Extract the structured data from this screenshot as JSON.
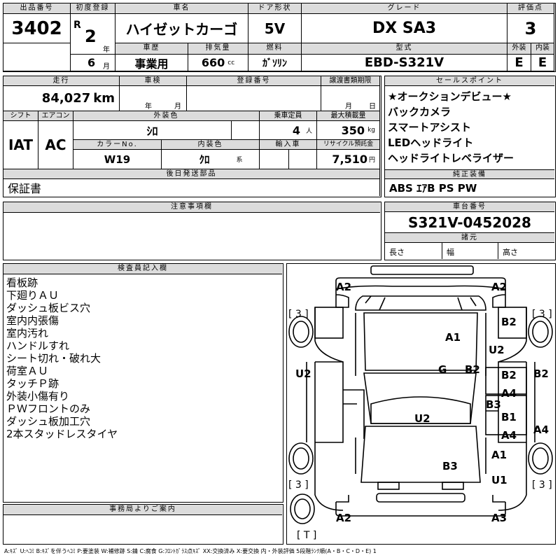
{
  "lot": {
    "label": "出品番号",
    "value": "3402"
  },
  "first_reg": {
    "label": "初度登録",
    "era": "R",
    "year": "2",
    "year_unit": "年",
    "month": "6",
    "month_unit": "月"
  },
  "car_name": {
    "label": "車名",
    "value": "ハイゼットカーゴ"
  },
  "door": {
    "label": "ドア形状",
    "value": "5V"
  },
  "grade": {
    "label": "グレード",
    "value": "DX SA3"
  },
  "score": {
    "label": "評価点",
    "value": "3"
  },
  "history": {
    "label": "車歴",
    "value": "事業用"
  },
  "displacement": {
    "label": "排気量",
    "value": "660",
    "unit": "cc"
  },
  "fuel": {
    "label": "燃料",
    "value": "ｶﾞｿﾘﾝ"
  },
  "model": {
    "label": "型式",
    "value": "EBD-S321V"
  },
  "exterior": {
    "label": "外装",
    "value": "E"
  },
  "interior": {
    "label": "内装",
    "value": "E"
  },
  "mileage": {
    "label": "走行",
    "value": "84,027",
    "unit": "km"
  },
  "inspection": {
    "label": "車検",
    "year_unit": "年",
    "month_unit": "月"
  },
  "reg_no": {
    "label": "登録番号"
  },
  "transfer": {
    "label": "譲渡書類期限",
    "month_unit": "月",
    "day_unit": "日"
  },
  "sales_points": {
    "label": "セールスポイント",
    "items": [
      "★オークションデビュー★",
      "バックカメラ",
      "スマートアシスト",
      "LEDヘッドライト",
      "ヘッドライトレベライザー"
    ]
  },
  "shift": {
    "label": "シフト",
    "value": "IAT"
  },
  "ac": {
    "label": "エアコン",
    "value": "AC"
  },
  "ext_color": {
    "label": "外装色",
    "value": "ｼﾛ"
  },
  "capacity": {
    "label": "乗車定員",
    "value": "4",
    "unit": "人"
  },
  "max_load": {
    "label": "最大積載量",
    "value": "350",
    "unit": "kg"
  },
  "color_no": {
    "label": "カラーNo.",
    "value": "W19"
  },
  "int_color": {
    "label": "内装色",
    "value": "ｸﾛ",
    "unit": "系"
  },
  "import": {
    "label": "輸入車"
  },
  "recycle": {
    "label": "リサイクル預託金",
    "value": "7,510",
    "unit": "円"
  },
  "later_parts": {
    "label": "後日発送部品",
    "value": "保証書"
  },
  "equipment": {
    "label": "純正装備",
    "value": "ABS ｴｱB PS PW"
  },
  "cautions": {
    "label": "注意事項欄"
  },
  "chassis": {
    "label": "車台番号",
    "value": "S321V-0452028"
  },
  "specs": {
    "label": "諸元",
    "length": "長さ",
    "width": "幅",
    "height": "高さ"
  },
  "inspector": {
    "label": "検査員記入欄",
    "notes": [
      "看板跡",
      "下廻りＡＵ",
      "ダッシュ板ビス穴",
      "室内内張傷",
      "室内汚れ",
      "ハンドルすれ",
      "シート切れ・破れ大",
      "荷室ＡＵ",
      "タッチＰ跡",
      "外装小傷有り",
      "ＰＷフロントのみ",
      "ダッシュ板加工穴",
      "2本スタッドレスタイヤ"
    ]
  },
  "office": {
    "label": "事務局よりご案内"
  },
  "diagram": {
    "tire_brackets": {
      "fl": "[ 3 ]",
      "fr": "[ 3 ]",
      "rl": "[ 3 ]",
      "rr": "[ 3 ]",
      "spare": "[ T ]"
    },
    "marks": {
      "front_left": "A2",
      "front_right": "A2",
      "a1_roof": "A1",
      "b2_fr_fender": "B2",
      "u2_fr_fender": "U2",
      "g_glass": "G",
      "b2_pillar": "B2",
      "u2_left": "U2",
      "b2_door_r": "B2",
      "b2_side": "B2",
      "a4_door": "A4",
      "b3_door": "B3",
      "b1_door": "B1",
      "a4_rear": "A4",
      "a4_side": "A4",
      "u2_roof": "U2",
      "b3_rear": "B3",
      "a1_rear": "A1",
      "u1_rear": "U1",
      "rear_left": "A2",
      "rear_right": "A3"
    }
  },
  "legend": "A:ｷｽﾞ U:ﾍｺﾐ B:ｷｽﾞを伴うﾍｺﾐ P:要塗装 W:補修跡 S:錆 C:腐食 G:ﾌﾛﾝﾄｶﾞﾗｽ点ｷｽﾞ XX:交換済み X:要交換 内・外装評価 5段階ﾗﾝｸ順(A・B・C・D・E) 1"
}
